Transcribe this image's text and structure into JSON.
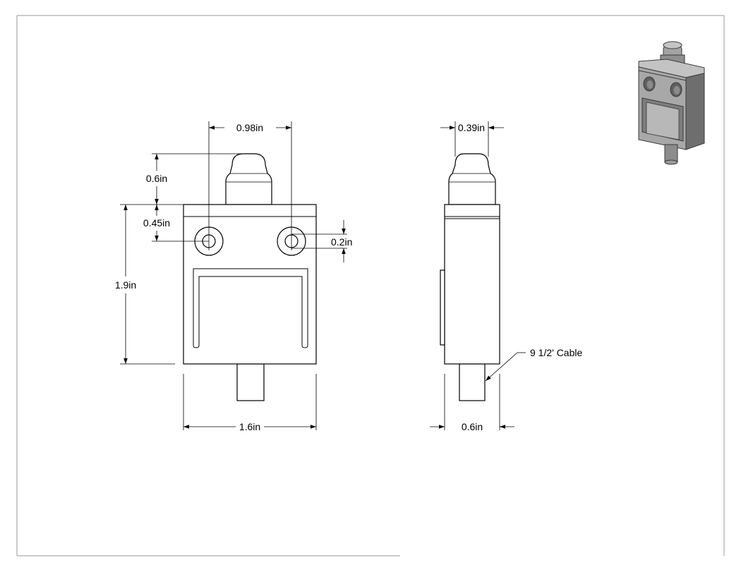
{
  "dimensions": {
    "pitch_holes": "0.98in",
    "plunger_height": "0.6in",
    "hole_from_top": "0.45in",
    "hole_diameter": "0.2in",
    "body_height": "1.9in",
    "body_width": "1.6in",
    "plunger_width_side": "0.39in",
    "body_depth": "0.6in"
  },
  "callouts": {
    "cable": "9 1/2' Cable"
  },
  "colors": {
    "line": "#000000",
    "border": "#9a9a9a",
    "iso_light": "#b5b5b5",
    "iso_mid": "#8a8a8a",
    "iso_dark": "#5f5f5f"
  }
}
